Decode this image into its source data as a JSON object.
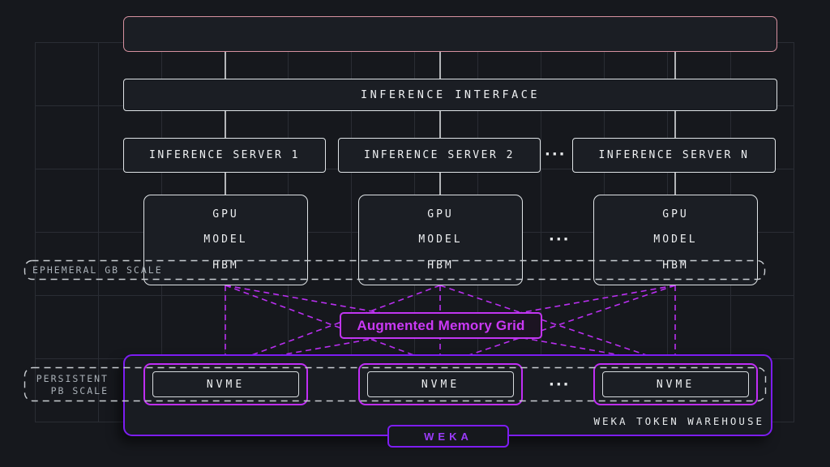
{
  "diagram": {
    "interface": {
      "label": "INFERENCE INTERFACE"
    },
    "servers": [
      {
        "label": "INFERENCE SERVER 1"
      },
      {
        "label": "INFERENCE SERVER 2"
      },
      {
        "label": "INFERENCE SERVER N"
      }
    ],
    "ellipsis": "···",
    "gpu_nodes": [
      {
        "rows": [
          "GPU",
          "MODEL",
          "HBM"
        ]
      },
      {
        "rows": [
          "GPU",
          "MODEL",
          "HBM"
        ]
      },
      {
        "rows": [
          "GPU",
          "MODEL",
          "HBM"
        ]
      }
    ],
    "ephemeral_band": {
      "label": "EPHEMERAL GB SCALE"
    },
    "memory_grid": {
      "label": "Augmented Memory Grid"
    },
    "persistent_band": {
      "label_line1": "PERSISTENT",
      "label_line2": "PB SCALE"
    },
    "nvme_nodes": [
      {
        "label": "NVME"
      },
      {
        "label": "NVME"
      },
      {
        "label": "NVME"
      }
    ],
    "warehouse": {
      "label": "WEKA TOKEN WAREHOUSE"
    },
    "weka_badge": {
      "label": "WEKA"
    }
  },
  "colors": {
    "background": "#16181d",
    "box_fill": "#1b1e24",
    "grid_line": "#2a2d34",
    "white_border": "#dfe3e6",
    "pink_border": "#d6919f",
    "magenta_accent": "#c02ef5",
    "violet_accent": "#7d1df2",
    "dashed_band": "#c9cdd2",
    "label_gray": "#a9b0b7"
  }
}
